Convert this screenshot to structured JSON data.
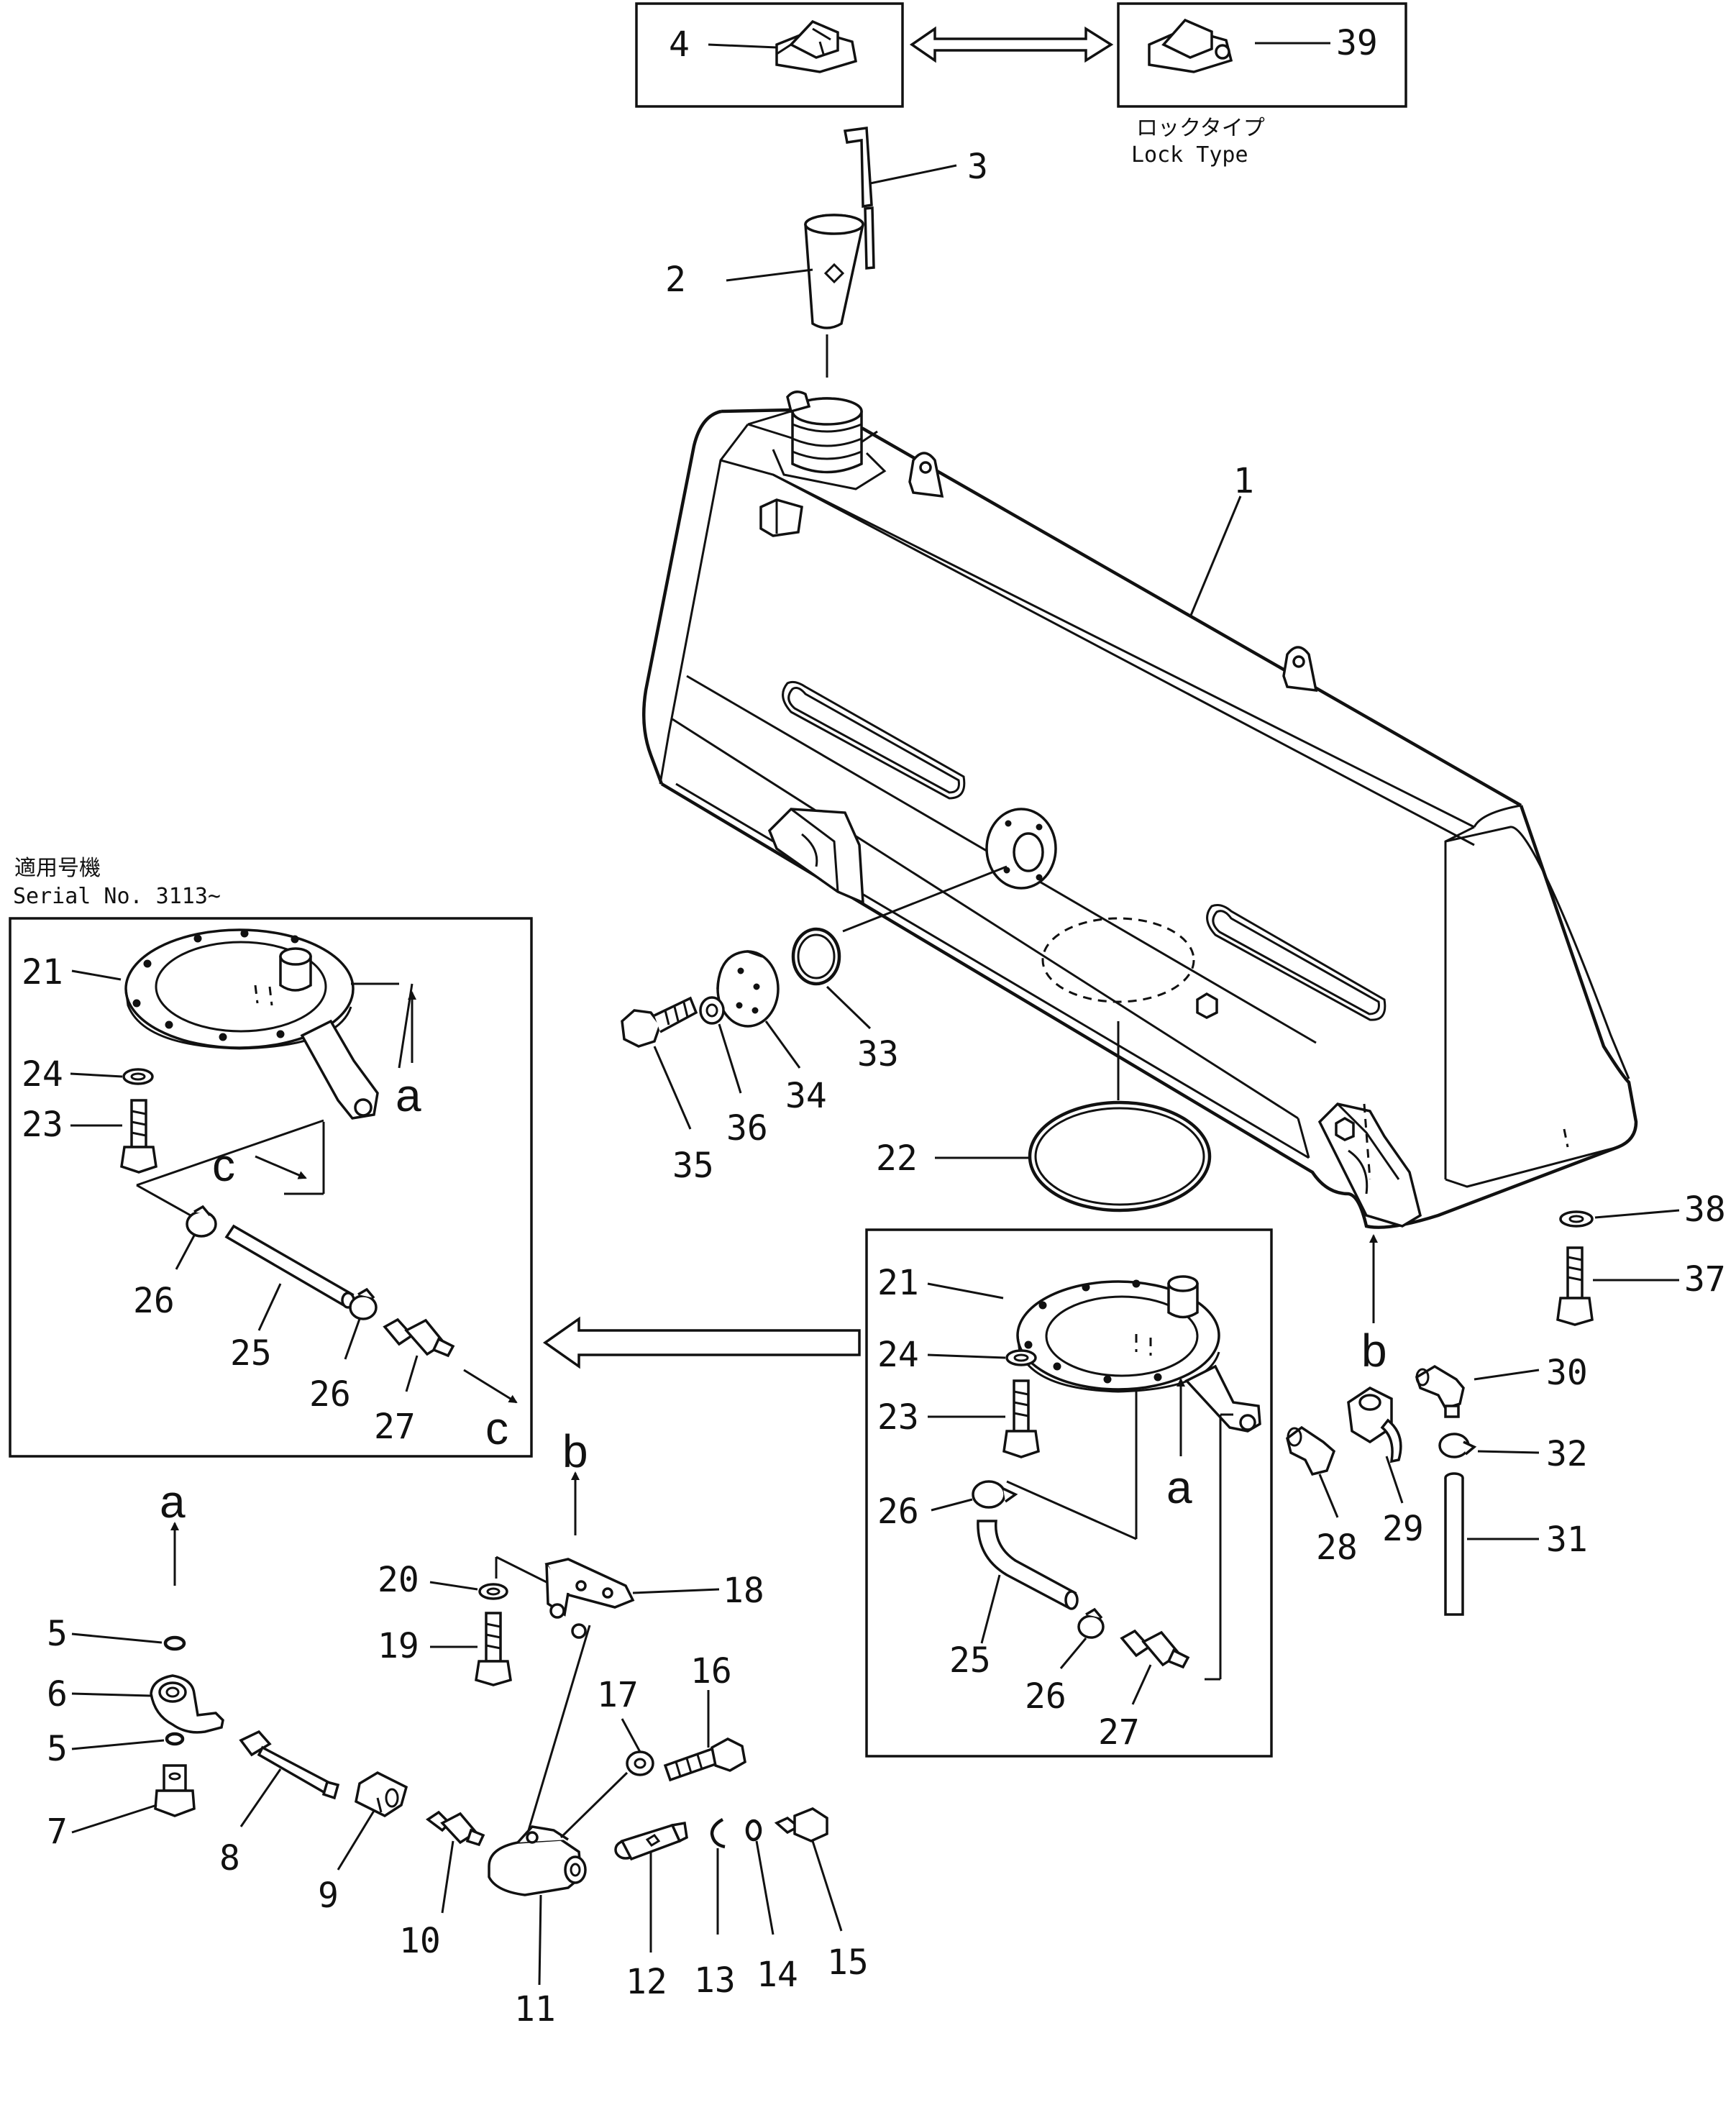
{
  "lock_type_note": {
    "japanese": "ロックタイプ",
    "english": "Lock Type"
  },
  "serial_note": {
    "japanese": "適用号機",
    "english": "Serial No. 3113~"
  },
  "view_letters": {
    "a": "a",
    "b": "b",
    "c": "c"
  },
  "callouts": {
    "p1": "1",
    "p2": "2",
    "p3": "3",
    "p4": "4",
    "p5": "5",
    "p6": "6",
    "p7": "7",
    "p8": "8",
    "p9": "9",
    "p10": "10",
    "p11": "11",
    "p12": "12",
    "p13": "13",
    "p14": "14",
    "p15": "15",
    "p16": "16",
    "p17": "17",
    "p18": "18",
    "p19": "19",
    "p20": "20",
    "p21": "21",
    "p22": "22",
    "p23": "23",
    "p24": "24",
    "p25": "25",
    "p26": "26",
    "p27": "27",
    "p28": "28",
    "p29": "29",
    "p30": "30",
    "p31": "31",
    "p32": "32",
    "p33": "33",
    "p34": "34",
    "p35": "35",
    "p36": "36",
    "p37": "37",
    "p38": "38",
    "p39": "39"
  }
}
